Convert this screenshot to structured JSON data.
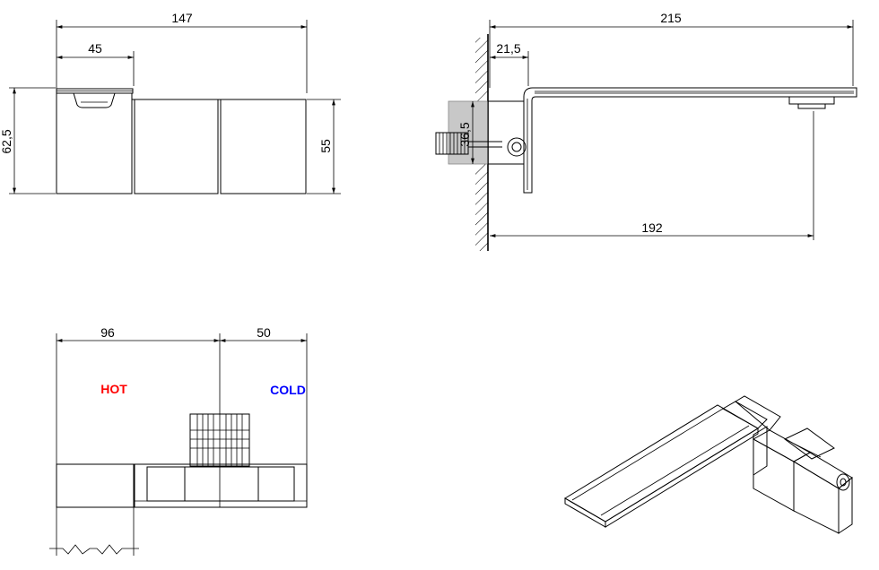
{
  "front_view": {
    "dims": {
      "total_width": "147",
      "spout_width": "45",
      "total_height": "62,5",
      "body_height": "55"
    }
  },
  "side_view": {
    "dims": {
      "total_depth": "215",
      "wall_offset": "21,5",
      "box_height": "36,5",
      "spout_projection": "192"
    }
  },
  "top_view": {
    "dims": {
      "hot_side": "96",
      "cold_side": "50"
    },
    "labels": {
      "hot": "HOT",
      "cold": "COLD"
    },
    "colors": {
      "hot": "#ff0000",
      "cold": "#0000ff"
    }
  }
}
